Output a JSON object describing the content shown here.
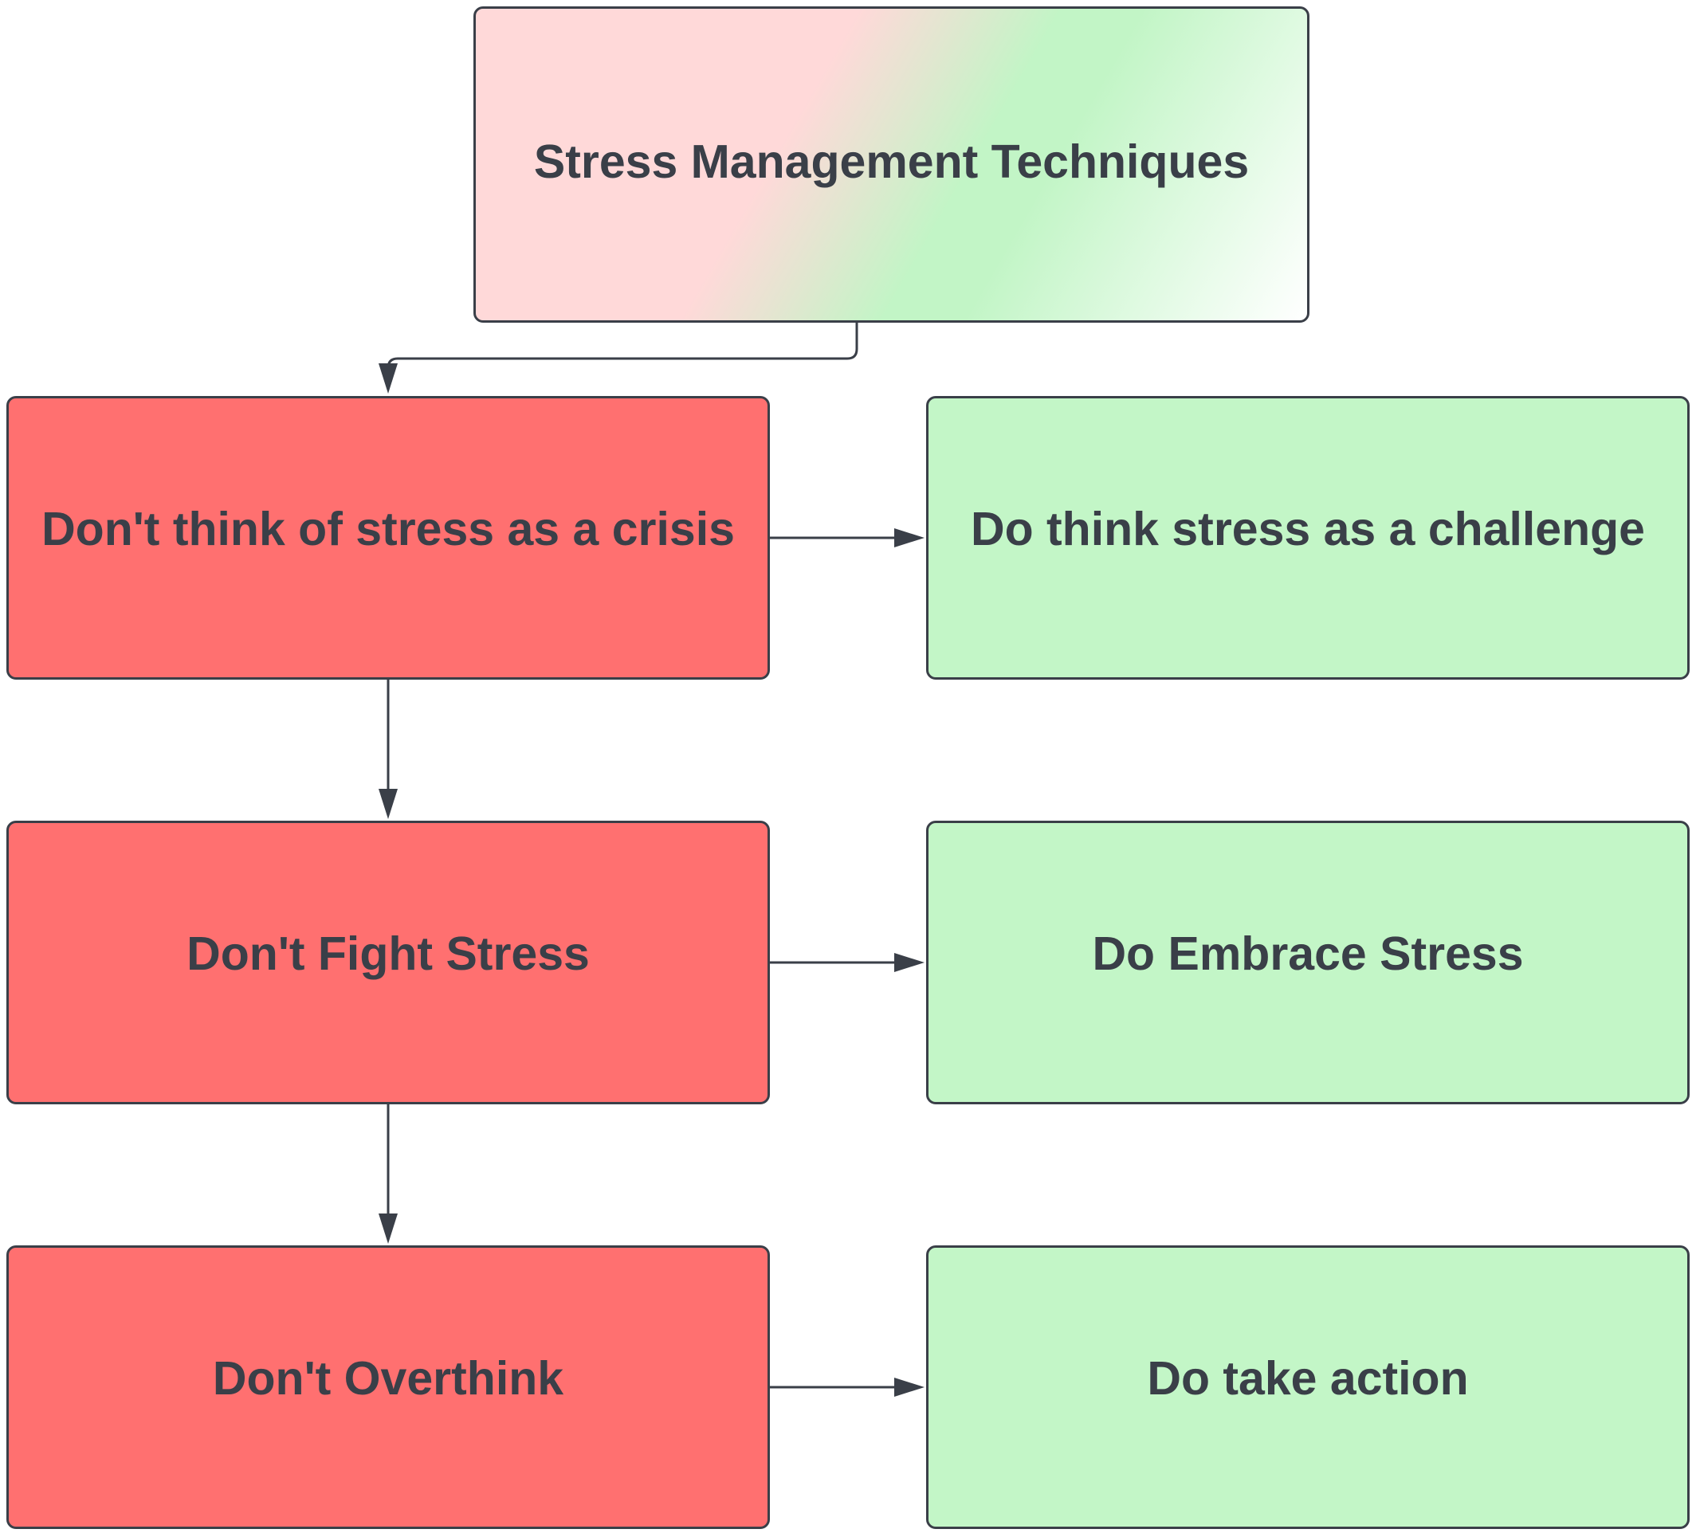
{
  "diagram": {
    "title_node": {
      "label": "Stress Management Techniques"
    },
    "pairs": [
      {
        "dont": "Don't think of stress as a crisis",
        "do": "Do think stress as a challenge"
      },
      {
        "dont": "Don't Fight Stress",
        "do": "Do Embrace Stress"
      },
      {
        "dont": "Don't Overthink",
        "do": "Do take action"
      }
    ],
    "colors": {
      "dont_fill": "#ff7070",
      "do_fill": "#c3f6c7",
      "title_fill_start": "#ffd9d9",
      "title_fill_mid": "#c2f5c6",
      "stroke": "#3a3f48",
      "text": "#3a3f48"
    }
  }
}
